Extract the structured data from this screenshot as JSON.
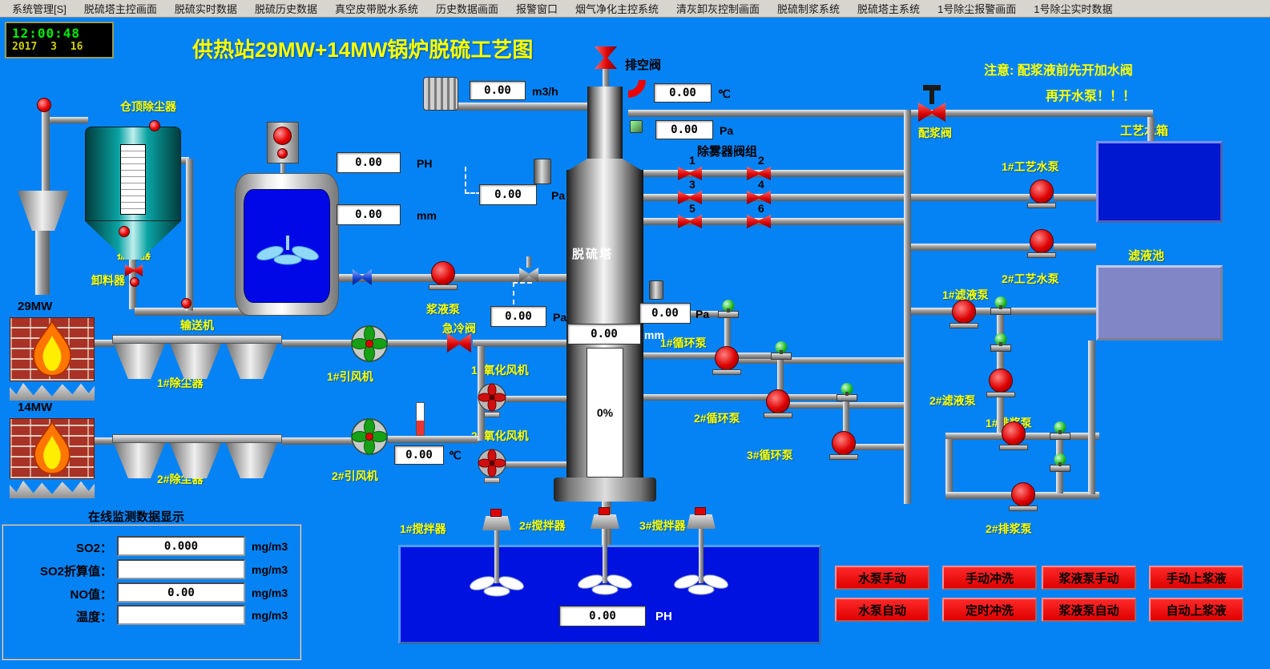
{
  "menu": {
    "items": [
      "系统管理[S]",
      "脱硫塔主控画面",
      "脱硫实时数据",
      "脱硫历史数据",
      "真空皮带脱水系统",
      "历史数据画面",
      "报警窗口",
      "烟气净化主控系统",
      "清灰卸灰控制画面",
      "脱硫制浆系统",
      "脱硫塔主系统",
      "1号除尘报警画面",
      "1号除尘实时数据"
    ]
  },
  "clock": {
    "time": "12:00:48",
    "date": "2017 3 16"
  },
  "header": {
    "title": "供热站29MW+14MW锅炉脱硫工艺图",
    "notice1": "注意: 配浆液前先开加水阀",
    "notice2": "再开水泵！！！"
  },
  "labels": {
    "silo_dust": "仓顶除尘器",
    "vibrator": "振打器",
    "discharger": "卸料器",
    "conveyor": "输送机",
    "boiler1": "29MW",
    "boiler2": "14MW",
    "dust1": "1#除尘器",
    "dust2": "2#除尘器",
    "fan1": "1#引风机",
    "fan2": "2#引风机",
    "slurry_pump": "浆液泵",
    "quench_valve": "急冷阀",
    "tower": "脱硫塔",
    "tower_level": "0%",
    "vent_valve": "排空阀",
    "demister_group": "除雾器阀组",
    "ox_fan1": "1#氧化风机",
    "ox_fan2": "2#氧化风机",
    "circ_pump1": "1#循环泵",
    "circ_pump2": "2#循环泵",
    "circ_pump3": "3#循环泵",
    "proc_pump1": "1#工艺水泵",
    "proc_pump2": "2#工艺水泵",
    "water_tank": "工艺水箱",
    "filtrate_pool": "滤液池",
    "filtrate_pump1": "1#滤液泵",
    "filtrate_pump2": "2#滤液泵",
    "drain_pump1": "1#排浆泵",
    "drain_pump2": "2#排浆泵",
    "mix_valve": "配浆阀",
    "agitator1": "1#搅拌器",
    "agitator2": "2#搅拌器",
    "agitator3": "3#搅拌器"
  },
  "demister_valves": [
    "1",
    "2",
    "3",
    "4",
    "5",
    "6"
  ],
  "readings": {
    "outlet_flow": {
      "value": "0.00",
      "unit": "m3/h"
    },
    "outlet_temp": {
      "value": "0.00",
      "unit": "℃"
    },
    "outlet_pressure": {
      "value": "0.00",
      "unit": "Pa"
    },
    "tank_ph": {
      "value": "0.00",
      "unit": "PH"
    },
    "tank_level": {
      "value": "0.00",
      "unit": "mm"
    },
    "pressure_a": {
      "value": "0.00",
      "unit": "Pa"
    },
    "pressure_b": {
      "value": "0.00",
      "unit": "Pa"
    },
    "pressure_c": {
      "value": "0.00",
      "unit": "Pa"
    },
    "tower_level_mm": {
      "value": "0.00",
      "unit": "mm"
    },
    "flue_temp": {
      "value": "0.00",
      "unit": "℃"
    },
    "pool_ph": {
      "value": "0.00",
      "unit": "PH"
    }
  },
  "monitor": {
    "title": "在线监测数据显示",
    "rows": [
      {
        "label": "SO2：",
        "value": "0.000",
        "unit": "mg/m3"
      },
      {
        "label": "SO2折算值：",
        "value": "",
        "unit": "mg/m3"
      },
      {
        "label": "NO值：",
        "value": "0.00",
        "unit": "mg/m3"
      },
      {
        "label": "温度：",
        "value": "",
        "unit": "mg/m3"
      }
    ]
  },
  "buttons": {
    "row1": [
      "水泵手动",
      "手动冲洗",
      "浆液泵手动",
      "手动上浆液"
    ],
    "row2": [
      "水泵自动",
      "定时冲洗",
      "浆液泵自动",
      "自动上浆液"
    ]
  }
}
